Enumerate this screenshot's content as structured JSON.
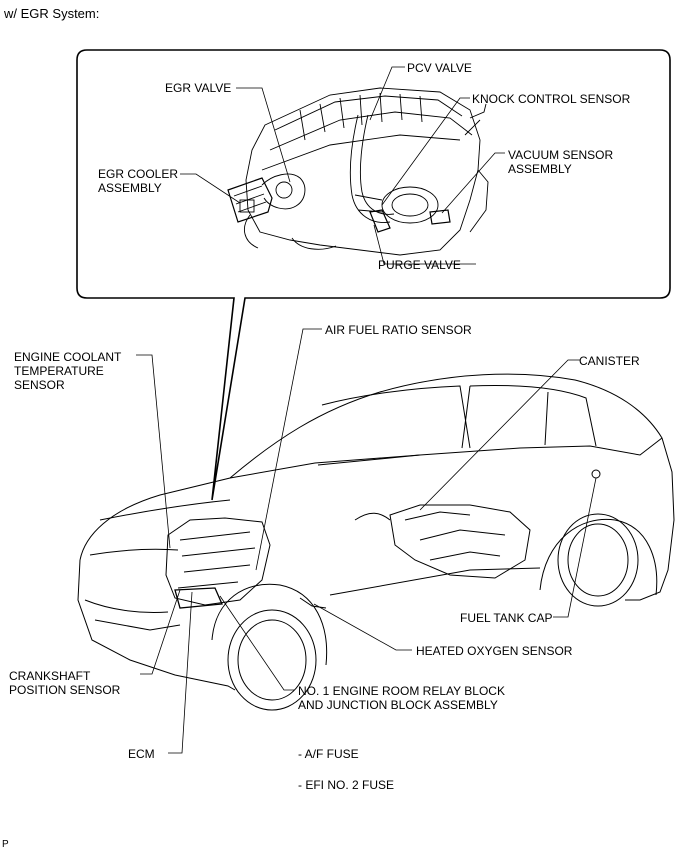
{
  "header": {
    "title": "w/ EGR System:"
  },
  "detail_labels": {
    "pcv_valve": "PCV VALVE",
    "egr_valve": "EGR VALVE",
    "knock_control_sensor": "KNOCK CONTROL SENSOR",
    "egr_cooler_assembly": "EGR COOLER\nASSEMBLY",
    "vacuum_sensor_assembly": "VACUUM SENSOR\nASSEMBLY",
    "purge_valve": "PURGE VALVE"
  },
  "vehicle_labels": {
    "air_fuel_ratio_sensor": "AIR FUEL RATIO SENSOR",
    "engine_coolant_temperature_sensor": "ENGINE COOLANT\nTEMPERATURE\nSENSOR",
    "canister": "CANISTER",
    "fuel_tank_cap": "FUEL TANK CAP",
    "heated_oxygen_sensor": "HEATED OXYGEN SENSOR",
    "crankshaft_position_sensor": "CRANKSHAFT\nPOSITION SENSOR",
    "relay_block": "NO. 1 ENGINE ROOM RELAY BLOCK\nAND JUNCTION BLOCK ASSEMBLY",
    "ecm": "ECM"
  },
  "fuses": {
    "af_fuse": "- A/F FUSE",
    "efi_no2_fuse": "- EFI NO. 2 FUSE"
  },
  "footer": {
    "code": "P"
  }
}
